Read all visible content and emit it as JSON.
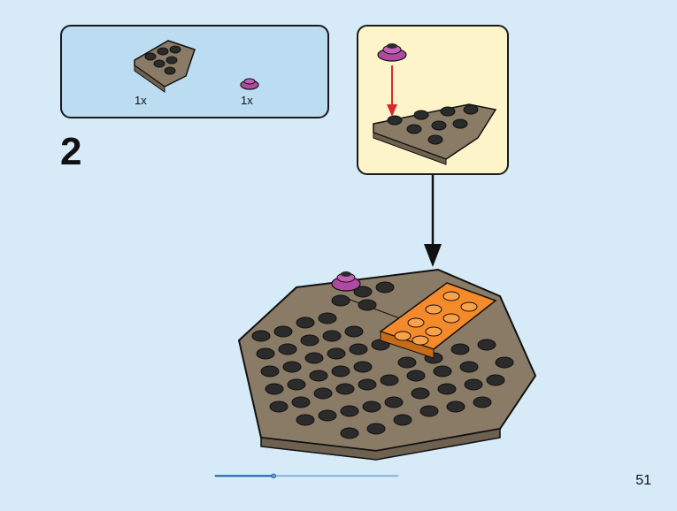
{
  "step": {
    "number": "2"
  },
  "parts_list": {
    "items": [
      {
        "name": "wedge-plate",
        "qty": "1x",
        "color": "#8a7b66"
      },
      {
        "name": "round-plate",
        "qty": "1x",
        "color": "#b04aa0"
      }
    ]
  },
  "page": {
    "number": "51"
  },
  "progress": {
    "fraction": 0.32
  },
  "colors": {
    "dark_tan": "#8a7b66",
    "orange": "#f58a2a",
    "magenta": "#b04aa0",
    "arrow_red": "#d62b2b",
    "progress_fill": "#0e5fa6",
    "progress_track": "#7fb0dd"
  }
}
